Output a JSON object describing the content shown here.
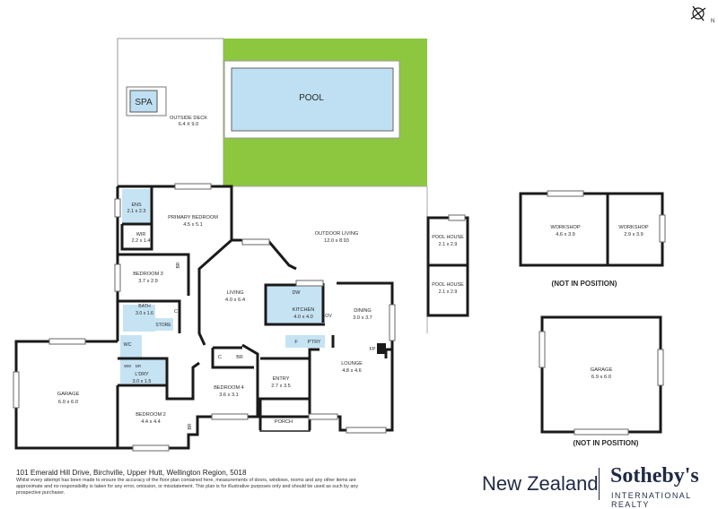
{
  "rooms": {
    "spa": "SPA",
    "pool": "POOL",
    "outside_deck": {
      "name": "OUTSIDE DECK",
      "dims": "6.4 X 9.0"
    },
    "ens": {
      "name": "ENS",
      "dims": "2.1 x 2.3"
    },
    "primary_bedroom": {
      "name": "PRIMARY BEDROOM",
      "dims": "4.5 x 5.1"
    },
    "wir": {
      "name": "WIR",
      "dims": "2.2 x 1.4"
    },
    "outdoor_living": {
      "name": "OUTDOOR LIVING",
      "dims": "12.0 x 8.93"
    },
    "bedroom3": {
      "name": "BEDROOM 3",
      "dims": "3.7 x 2.9"
    },
    "br": "BR",
    "living": {
      "name": "LIVING",
      "dims": "4.0 x 6.4"
    },
    "kitchen": {
      "name": "KITCHEN",
      "dims": "4.0 x 4.0"
    },
    "dw": "DW",
    "ov": "OV",
    "f": "F",
    "pantry": "P'TRY",
    "dining": {
      "name": "DINING",
      "dims": "3.0 x 3.7"
    },
    "fp": "FP",
    "bath": {
      "name": "BATH",
      "dims": "3.0 x 1.6"
    },
    "c": "C",
    "store": "STORE",
    "wc": "WC",
    "wm": "WM",
    "dr": "DR",
    "ldry": {
      "name": "L'DRY",
      "dims": "3.0 x 1.5"
    },
    "garage": {
      "name": "GARAGE",
      "dims": "6.0 x 6.0"
    },
    "bedroom4": {
      "name": "BEDROOM 4",
      "dims": "3.6 x 3.1"
    },
    "entry": {
      "name": "ENTRY",
      "dims": "2.7 x 3.5"
    },
    "lounge": {
      "name": "LOUNGE",
      "dims": "4.8 x 4.6"
    },
    "porch": "PORCH",
    "bedroom2": {
      "name": "BEDROOM 2",
      "dims": "4.4 x 4.4"
    },
    "pool_house1": {
      "name": "POOL HOUSE",
      "dims": "2.1 x 2.9"
    },
    "pool_house2": {
      "name": "POOL HOUSE",
      "dims": "2.1 x 2.9"
    },
    "workshop1": {
      "name": "WORKSHOP",
      "dims": "4.6 x 3.9"
    },
    "workshop2": {
      "name": "WORKSHOP",
      "dims": "2.9 x 3.9"
    },
    "garage2": {
      "name": "GARAGE",
      "dims": "6.9 x 6.0"
    },
    "not_in_position": "(NOT IN POSITION)",
    "not_in_position2": "(NOT IN POSITION)"
  },
  "compass": "N",
  "footer": {
    "address": "101 Emerald Hill Drive, Birchville, Upper Hutt, Wellington Region, 5018",
    "disclaimer": "Whilst every attempt has been made to ensure the accuracy of the floor plan contained here, measurements of doors, windows, rooms and any other items are approximate and no responsibility is taken for any error, omission, or misstatement. This plan is for illustrative purposes only and should be used as such by any prospective purchaser."
  },
  "brand": {
    "region": "New Zealand",
    "name": "Sotheby's",
    "tagline": "INTERNATIONAL REALTY"
  },
  "colors": {
    "lawn": "#8dc63f",
    "water": "#bfe0f2",
    "wet_area": "#c5e3f3",
    "wall": "#1a1a1a"
  }
}
